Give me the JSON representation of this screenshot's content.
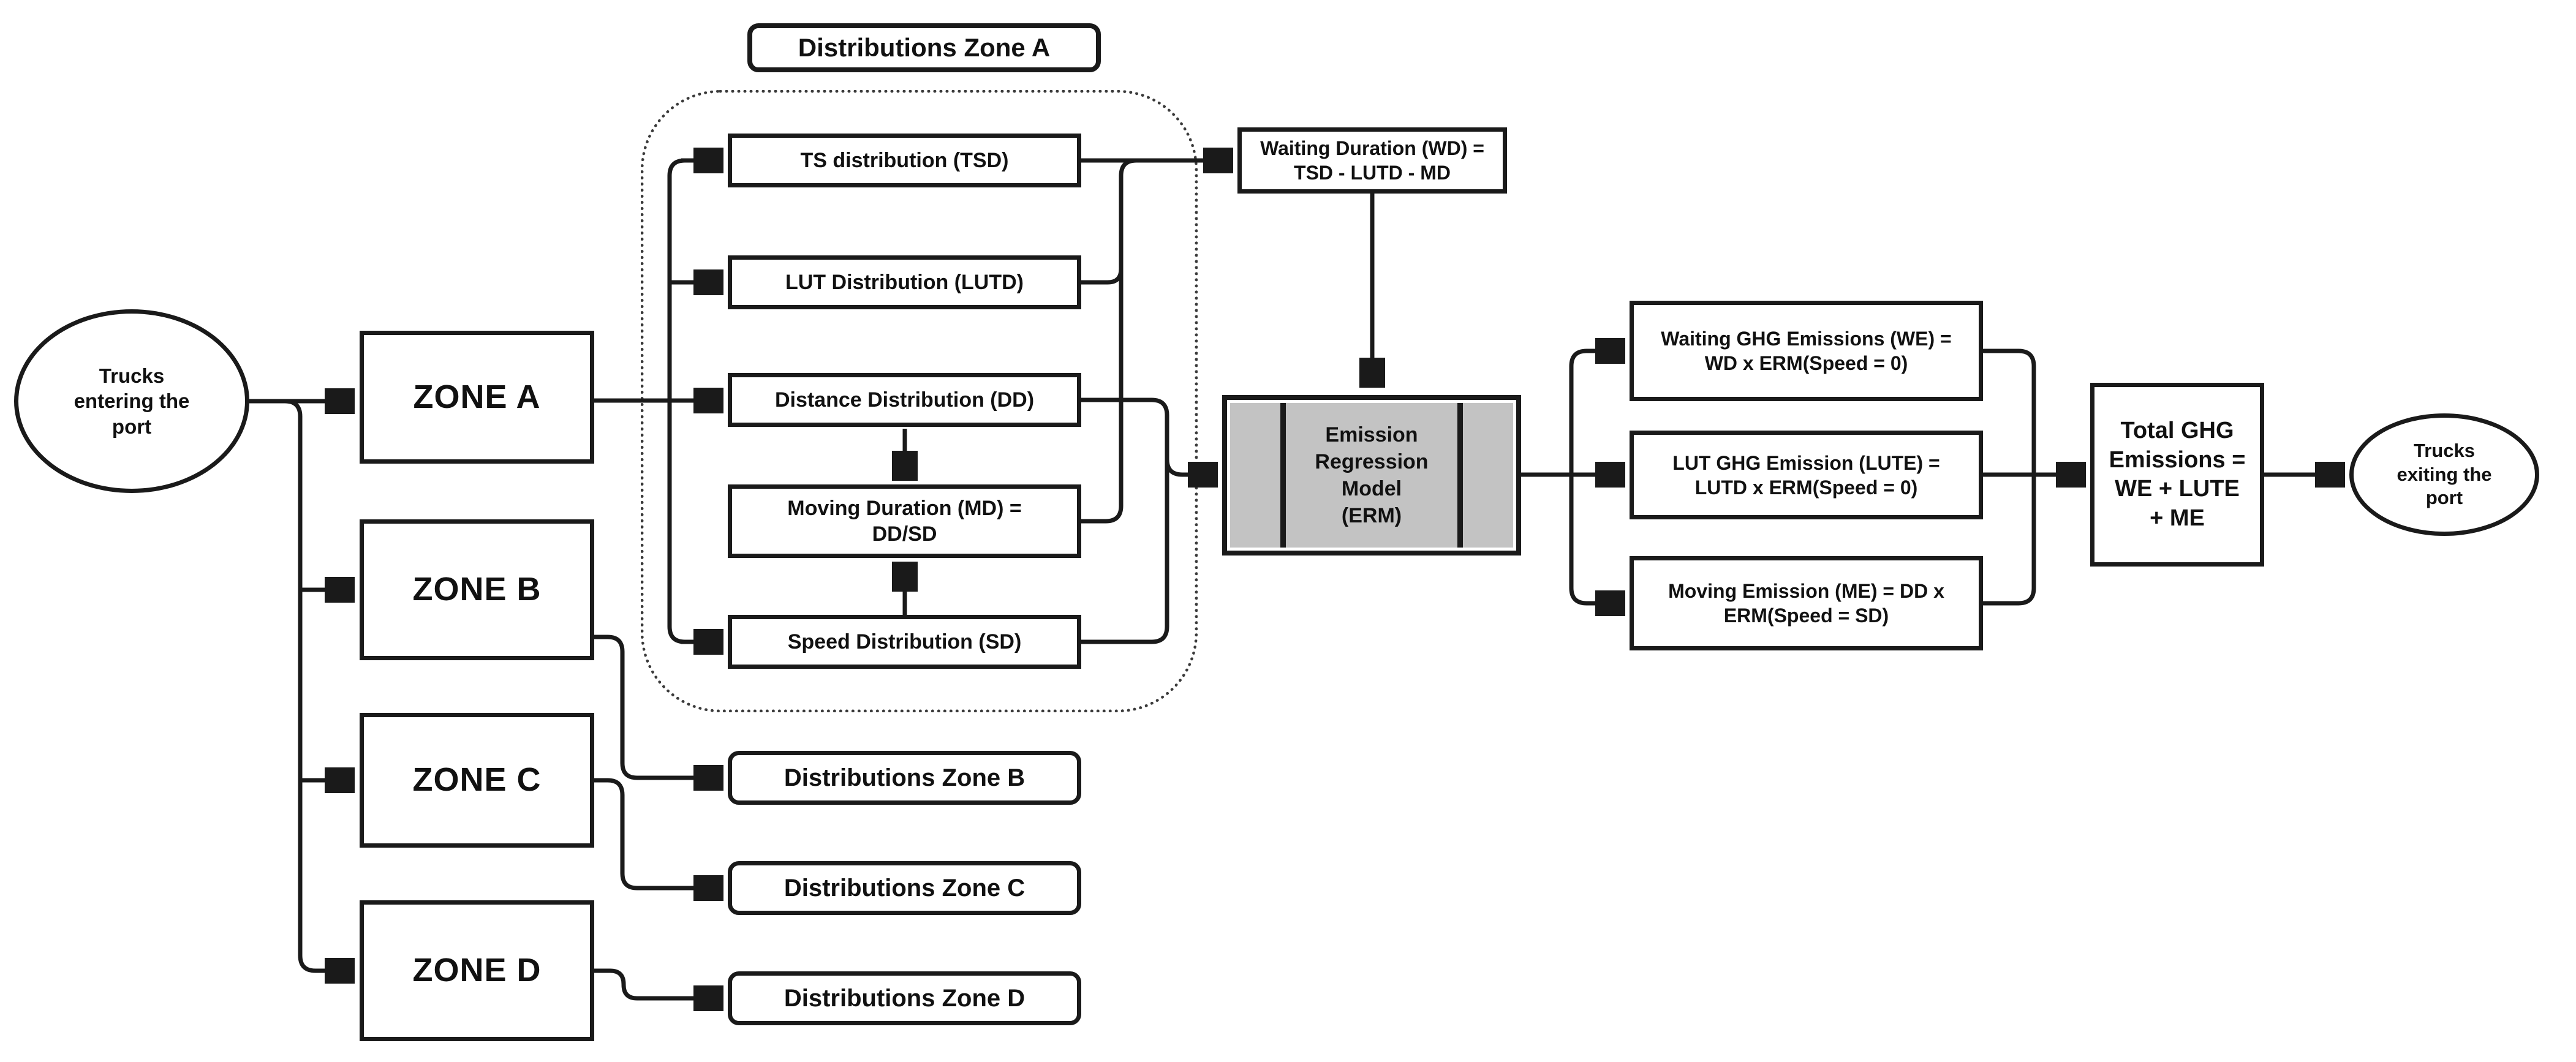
{
  "title": "Port truck GHG emissions estimation flowchart",
  "colors": {
    "line": "#1a1a1a",
    "box_border": "#1a1a1a",
    "box_fill": "#ffffff",
    "erm_fill": "#c3c3c3",
    "background": "#ffffff"
  },
  "nodes": {
    "trucks_in": "Trucks\nentering the\nport",
    "zone_a": "ZONE A",
    "zone_b": "ZONE B",
    "zone_c": "ZONE C",
    "zone_d": "ZONE D",
    "dist_zone_a_title": "Distributions Zone A",
    "tsd": "TS distribution (TSD)",
    "lutd": "LUT Distribution (LUTD)",
    "dd": "Distance Distribution (DD)",
    "md": "Moving Duration (MD) =\nDD/SD",
    "sd": "Speed Distribution (SD)",
    "wd": "Waiting Duration (WD) =\nTSD - LUTD - MD",
    "erm": "Emission\nRegression\nModel\n(ERM)",
    "we": "Waiting GHG Emissions (WE) =\nWD x ERM(Speed = 0)",
    "lute": "LUT GHG Emission (LUTE) =\nLUTD x ERM(Speed = 0)",
    "me": "Moving Emission (ME) = DD x\nERM(Speed = SD)",
    "total": "Total GHG\nEmissions =\nWE + LUTE\n+ ME",
    "dist_zone_b": "Distributions Zone B",
    "dist_zone_c": "Distributions Zone C",
    "dist_zone_d": "Distributions Zone D",
    "trucks_out": "Trucks\nexiting the\nport"
  },
  "edges": [
    {
      "from": "trucks_in",
      "to": "zone_a"
    },
    {
      "from": "trucks_in",
      "to": "zone_b"
    },
    {
      "from": "trucks_in",
      "to": "zone_c"
    },
    {
      "from": "trucks_in",
      "to": "zone_d"
    },
    {
      "from": "zone_a",
      "to": "tsd"
    },
    {
      "from": "zone_a",
      "to": "lutd"
    },
    {
      "from": "zone_a",
      "to": "dd"
    },
    {
      "from": "zone_a",
      "to": "sd"
    },
    {
      "from": "dd",
      "to": "md"
    },
    {
      "from": "sd",
      "to": "md"
    },
    {
      "from": "tsd",
      "to": "wd"
    },
    {
      "from": "lutd",
      "to": "wd"
    },
    {
      "from": "md",
      "to": "wd"
    },
    {
      "from": "wd",
      "to": "erm"
    },
    {
      "from": "dd",
      "to": "erm"
    },
    {
      "from": "sd",
      "to": "erm"
    },
    {
      "from": "erm",
      "to": "we"
    },
    {
      "from": "erm",
      "to": "lute"
    },
    {
      "from": "erm",
      "to": "me"
    },
    {
      "from": "we",
      "to": "total"
    },
    {
      "from": "lute",
      "to": "total"
    },
    {
      "from": "me",
      "to": "total"
    },
    {
      "from": "total",
      "to": "trucks_out"
    },
    {
      "from": "zone_b",
      "to": "dist_zone_b"
    },
    {
      "from": "zone_c",
      "to": "dist_zone_c"
    },
    {
      "from": "zone_d",
      "to": "dist_zone_d"
    }
  ]
}
